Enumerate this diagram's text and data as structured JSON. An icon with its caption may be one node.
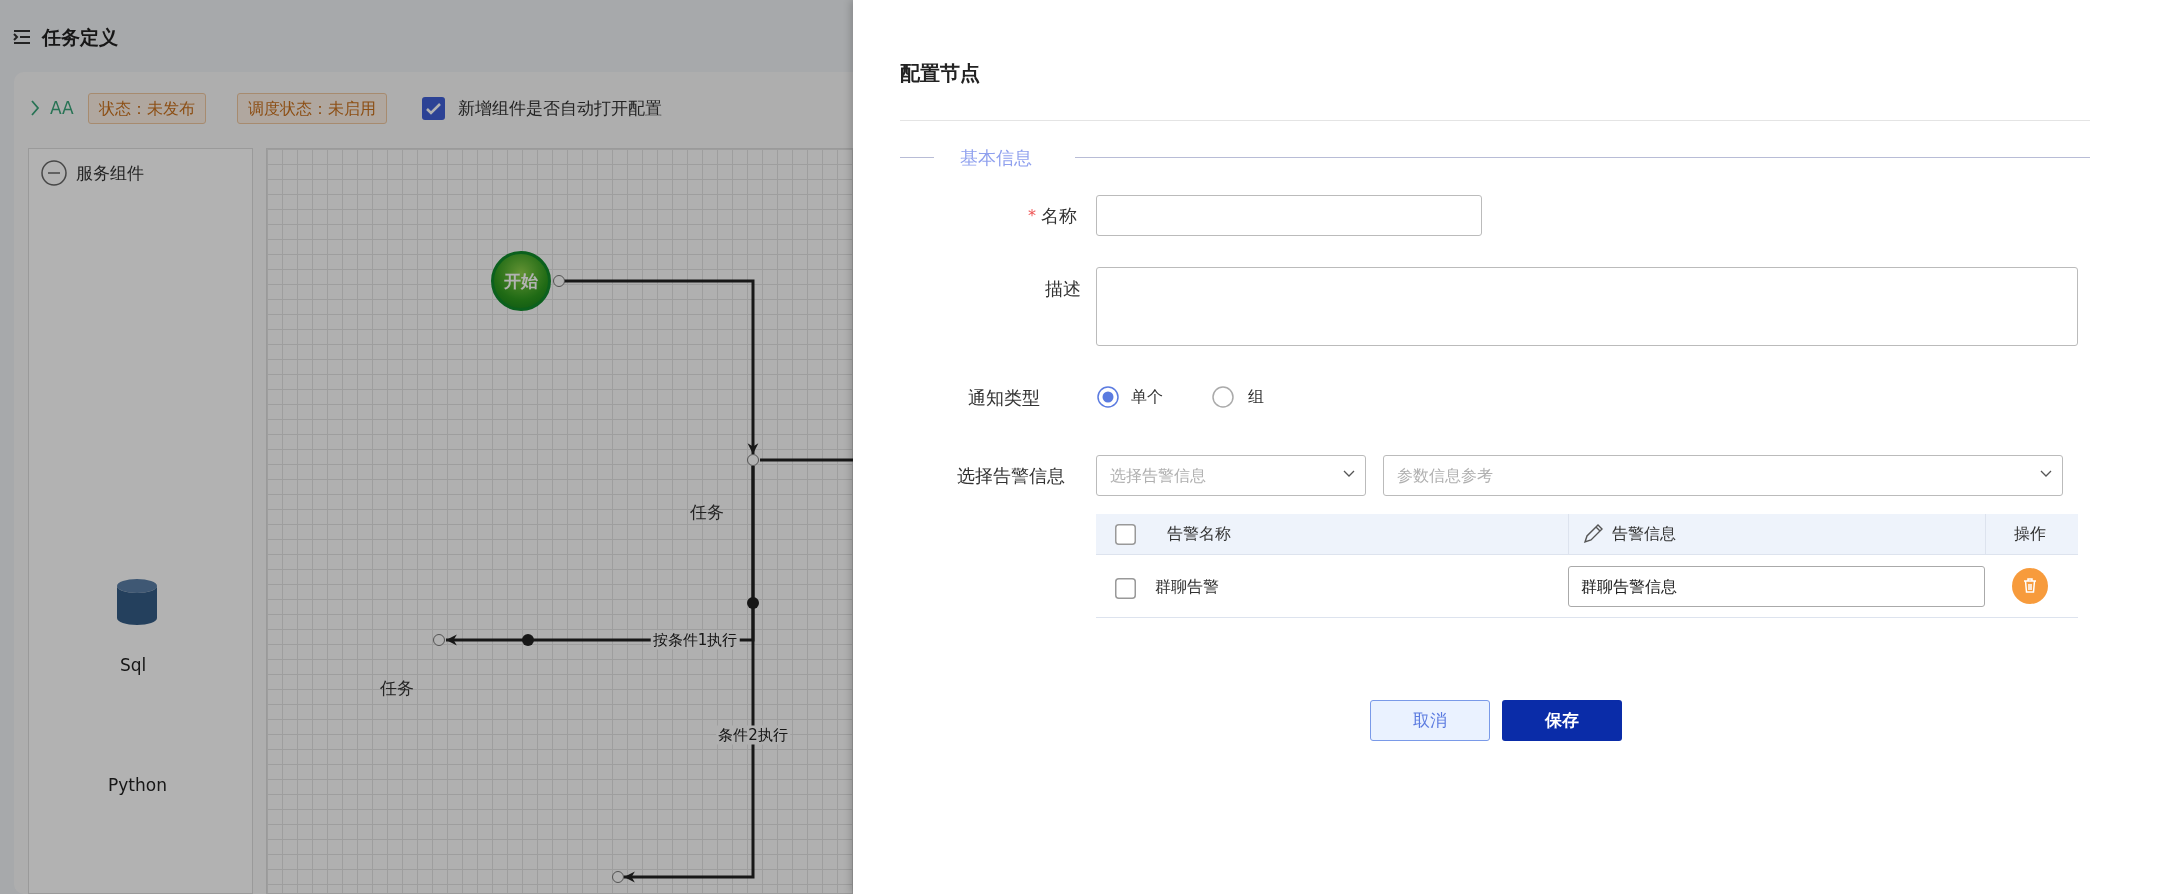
{
  "diagram": {
    "nodes": [
      {
        "text": [
          "开始"
        ]
      },
      {
        "text": [
          "任务"
        ]
      },
      {
        "text": [
          "任务"
        ]
      },
      {
        "text": [],
        "shape": "circle"
      }
    ],
    "edges": [
      {
        "from": 0,
        "to": 1,
        "arrow": "to"
      },
      {
        "from": 1,
        "to": null,
        "arrow": "none"
      },
      {
        "from": 1,
        "to": 2,
        "arrow": "to",
        "label": "按条件1执行"
      },
      {
        "from": 1,
        "to": 3,
        "arrow": "to",
        "label": "条件2执行"
      }
    ],
    "labels": [
      "任务定义",
      "AA",
      "状态：未发布",
      "调度状态：未启用",
      "新增组件是否自动打开配置",
      "服务组件",
      "Sql",
      "Python",
      "配置节点",
      "基本信息",
      "*",
      "名称",
      "描述",
      "通知类型",
      "单个",
      "组",
      "选择告警信息",
      "选择告警信息",
      "参数信息参考",
      "告警名称",
      "告警信息",
      "操作",
      "群聊告警",
      "群聊告警信息",
      "取消",
      "保存"
    ]
  }
}
